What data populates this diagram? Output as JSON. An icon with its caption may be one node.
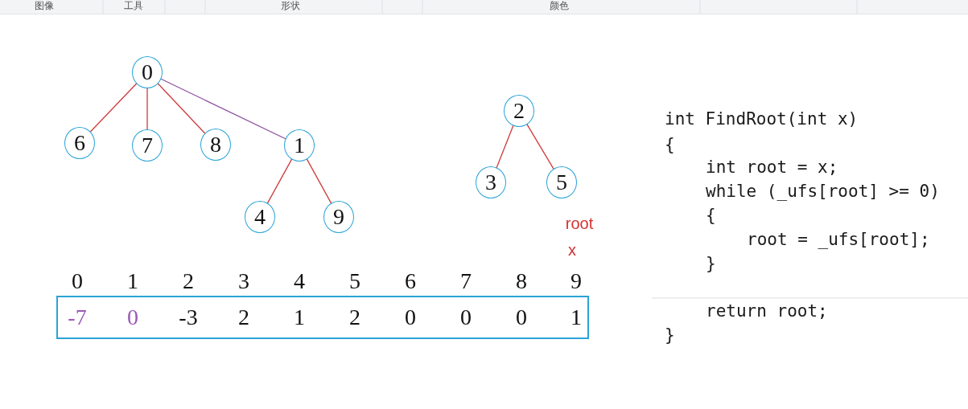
{
  "diagram": {
    "nodes": [
      {
        "text": [
          "0"
        ]
      },
      {
        "text": [
          "6"
        ]
      },
      {
        "text": [
          "7"
        ]
      },
      {
        "text": [
          "8"
        ]
      },
      {
        "text": [
          "1"
        ]
      },
      {
        "text": [
          "4"
        ]
      },
      {
        "text": [
          "9"
        ]
      },
      {
        "text": [
          "2"
        ]
      },
      {
        "text": [
          "3"
        ]
      },
      {
        "text": [
          "5"
        ]
      }
    ],
    "edges": [
      {
        "from": 0,
        "to": 1,
        "arrow": "none"
      },
      {
        "from": 0,
        "to": 2,
        "arrow": "none"
      },
      {
        "from": 0,
        "to": 3,
        "arrow": "none"
      },
      {
        "from": 0,
        "to": 4,
        "arrow": "none",
        "color": "#8e4fa0"
      },
      {
        "from": 4,
        "to": 5,
        "arrow": "none"
      },
      {
        "from": 4,
        "to": 6,
        "arrow": "none"
      },
      {
        "from": 7,
        "to": 8,
        "arrow": "none"
      },
      {
        "from": 7,
        "to": 9,
        "arrow": "none"
      }
    ],
    "labels": [
      "图像",
      "工具",
      "形状",
      "颜色",
      "root",
      "x",
      "0",
      "1",
      "2",
      "3",
      "4",
      "5",
      "6",
      "7",
      "8",
      "9",
      "-7",
      "0",
      "-3",
      "2",
      "1",
      "2",
      "0",
      "0",
      "0",
      "1",
      "int FindRoot(int x)",
      "{",
      "int root = x;",
      "while (_ufs[root] >= 0)",
      "{",
      "root = _ufs[root];",
      "}",
      "return root;",
      "}"
    ]
  }
}
